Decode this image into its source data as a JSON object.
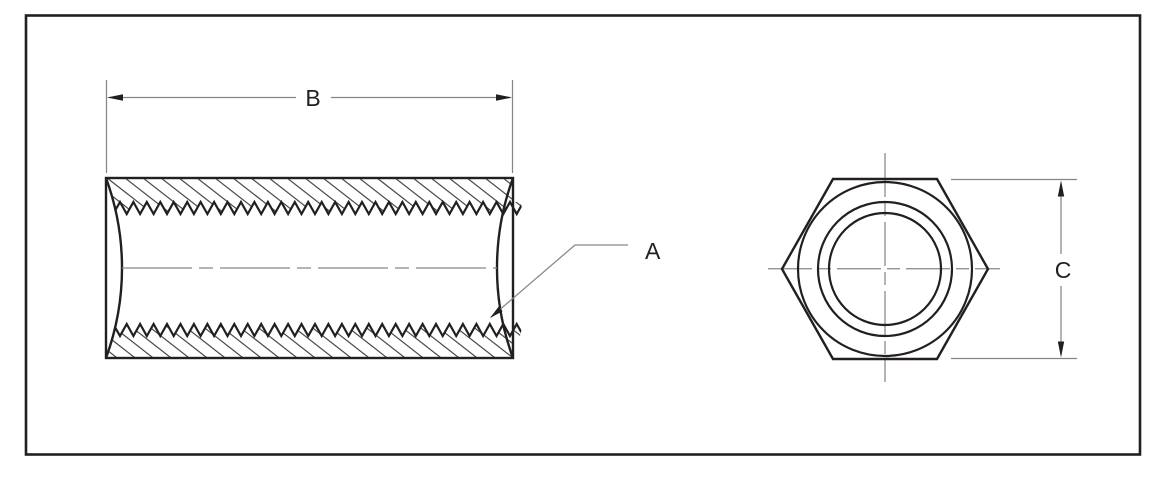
{
  "drawing": {
    "type": "engineering-drawing-hex-coupling-nut",
    "labels": {
      "thread_callout": "A",
      "length_dimension": "B",
      "across_flats_dimension": "C"
    },
    "colors": {
      "ink": "#231f20",
      "gray": "#85868a",
      "hatch": "#48494b",
      "background": "#ffffff"
    }
  }
}
